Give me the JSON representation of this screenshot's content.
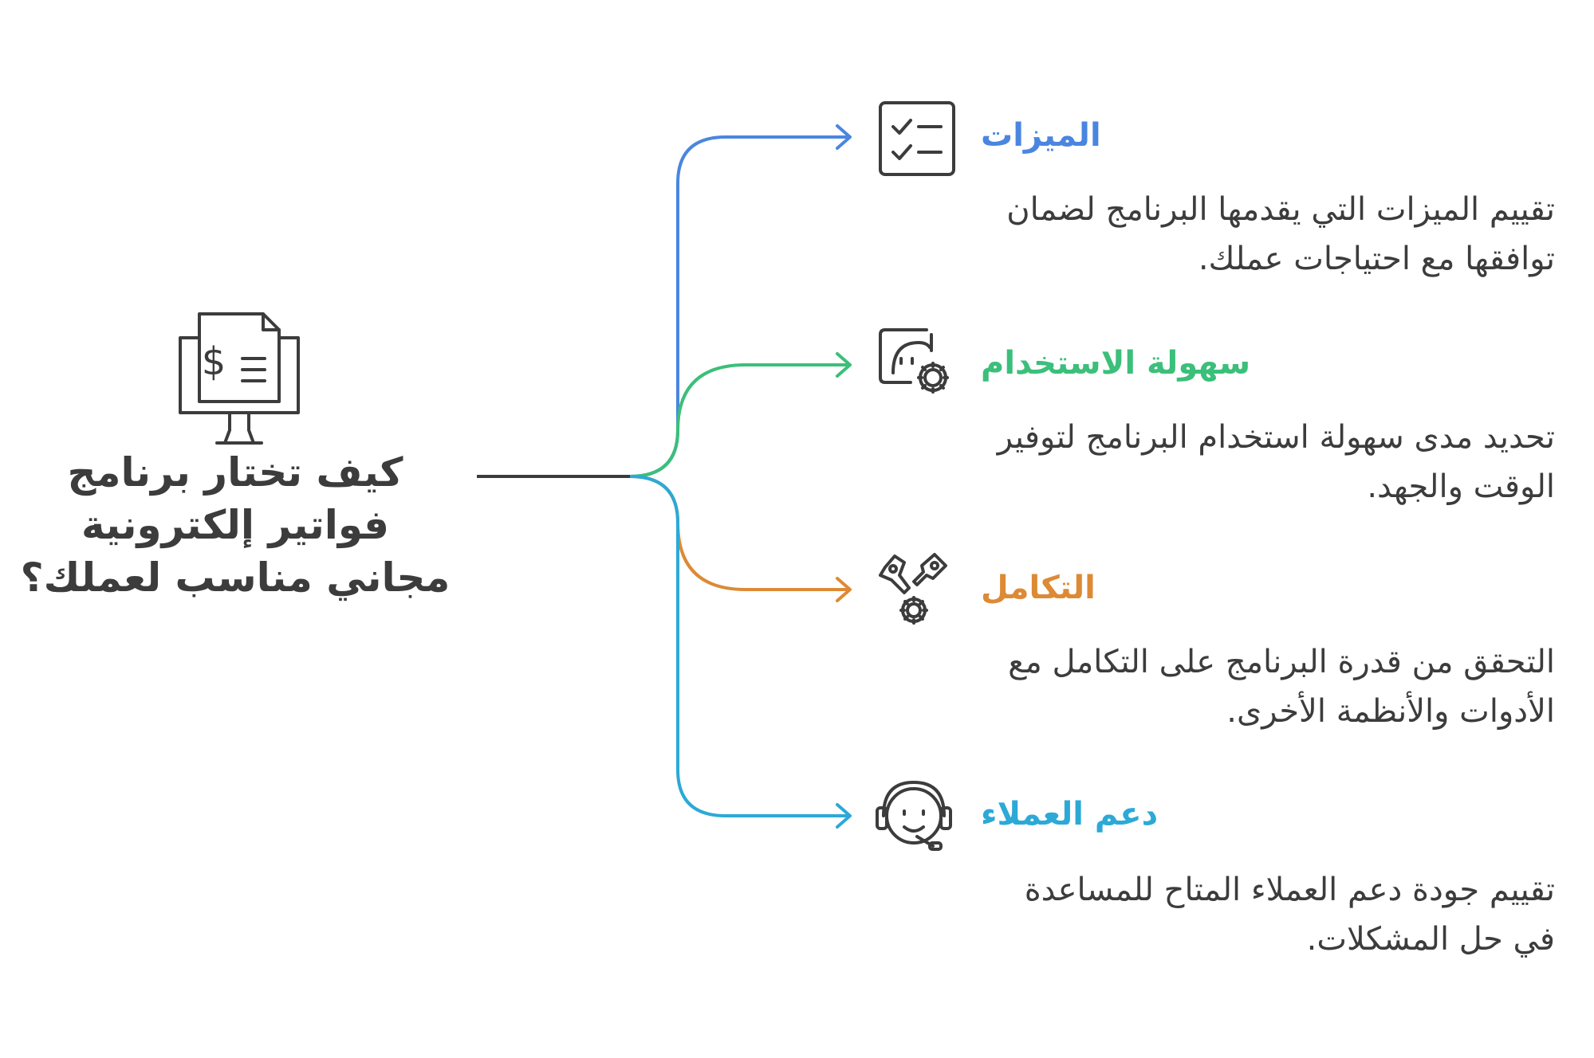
{
  "center": {
    "title": "كيف تختار برنامج فواتير إلكترونية مجاني مناسب لعملك؟",
    "icon": "invoice-monitor-icon"
  },
  "colors": {
    "text": "#3c3c3c",
    "stem": "#3c3c3c",
    "features": "#4a86e0",
    "usability": "#3bbf7a",
    "integration": "#dd8a35",
    "support": "#2ca9d6"
  },
  "branches": [
    {
      "id": "features",
      "title": "الميزات",
      "description": "تقييم الميزات التي يقدمها البرنامج لضمان توافقها مع احتياجات عملك.",
      "icon": "checklist-icon"
    },
    {
      "id": "usability",
      "title": "سهولة الاستخدام",
      "description": "تحديد مدى سهولة استخدام البرنامج لتوفير الوقت والجهد.",
      "icon": "face-gear-icon"
    },
    {
      "id": "integration",
      "title": "التكامل",
      "description": "التحقق من قدرة البرنامج على التكامل مع الأدوات والأنظمة الأخرى.",
      "icon": "tools-gear-icon"
    },
    {
      "id": "support",
      "title": "دعم العملاء",
      "description": "تقييم جودة دعم العملاء المتاح للمساعدة في حل المشكلات.",
      "icon": "headset-icon"
    }
  ]
}
